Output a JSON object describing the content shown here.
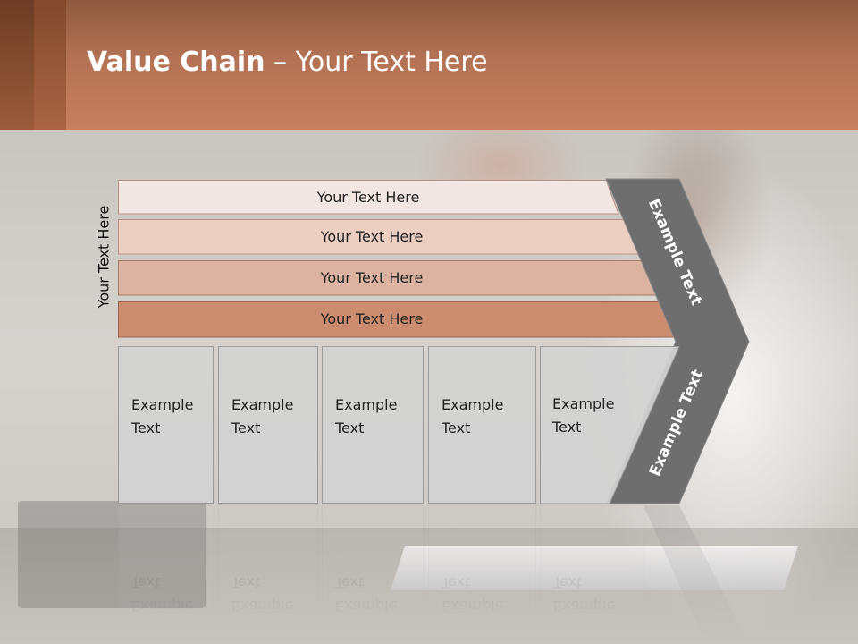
{
  "header": {
    "title_bold": "Value Chain",
    "title_rest": " – Your Text Here"
  },
  "side_label": "Your Text Here",
  "bands": [
    {
      "label": "Your Text Here",
      "color": "#f2e6e2"
    },
    {
      "label": "Your Text Here",
      "color": "#eccfc3"
    },
    {
      "label": "Your Text Here",
      "color": "#dcb3a0"
    },
    {
      "label": "Your Text Here",
      "color": "#cc8c70"
    }
  ],
  "columns": [
    {
      "line1": "Example",
      "line2": "Text"
    },
    {
      "line1": "Example",
      "line2": "Text"
    },
    {
      "line1": "Example",
      "line2": "Text"
    },
    {
      "line1": "Example",
      "line2": "Text"
    },
    {
      "line1": "Example",
      "line2": "Text"
    }
  ],
  "chevron": {
    "upper_label": "Example Text",
    "lower_label": "Example Text",
    "color": "#6e6e6e"
  },
  "colors": {
    "header": "#b87657",
    "column_fill": "#d2d2d2"
  }
}
